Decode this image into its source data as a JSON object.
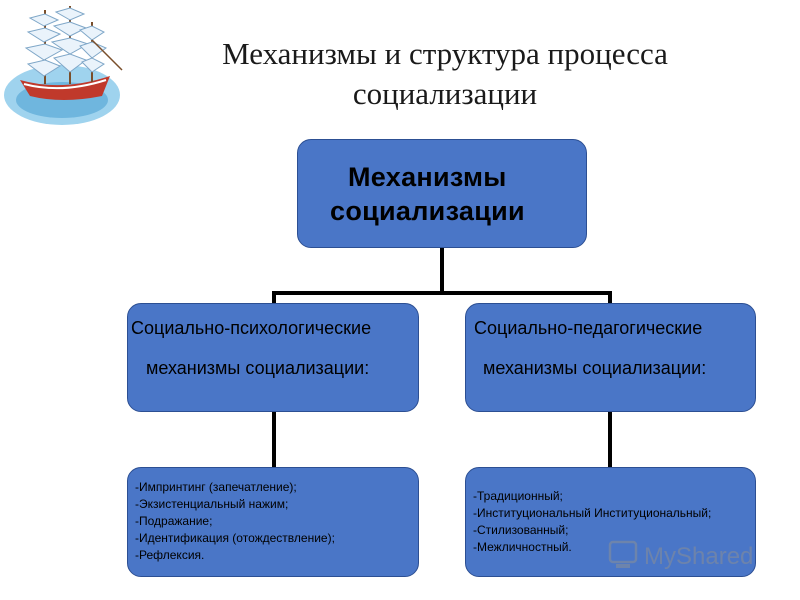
{
  "title_lines": [
    "Механизмы и структура процесса",
    "социализации"
  ],
  "root": {
    "line1": "Механизмы",
    "line2": "социализации"
  },
  "left_branch": {
    "line1": "Социально-психологические",
    "line2": "механизмы социализации:",
    "items": [
      "-Импринтинг (запечатление);",
      "-Экзистенциальный нажим;",
      "-Подражание;",
      "-Идентификация (отождествление);",
      "-Рефлексия."
    ]
  },
  "right_branch": {
    "line1": "Социально-педагогические",
    "line2": "механизмы социализации:",
    "items": [
      "-Традиционный;",
      "-Институциональный Институциональный;",
      "-Стилизованный;",
      "-Межличностный."
    ]
  },
  "colors": {
    "box_fill": "#4a76c7",
    "connector": "#000000"
  },
  "icons": {
    "logo": "sailing-ship-icon",
    "watermark": "myshared-watermark-icon"
  }
}
